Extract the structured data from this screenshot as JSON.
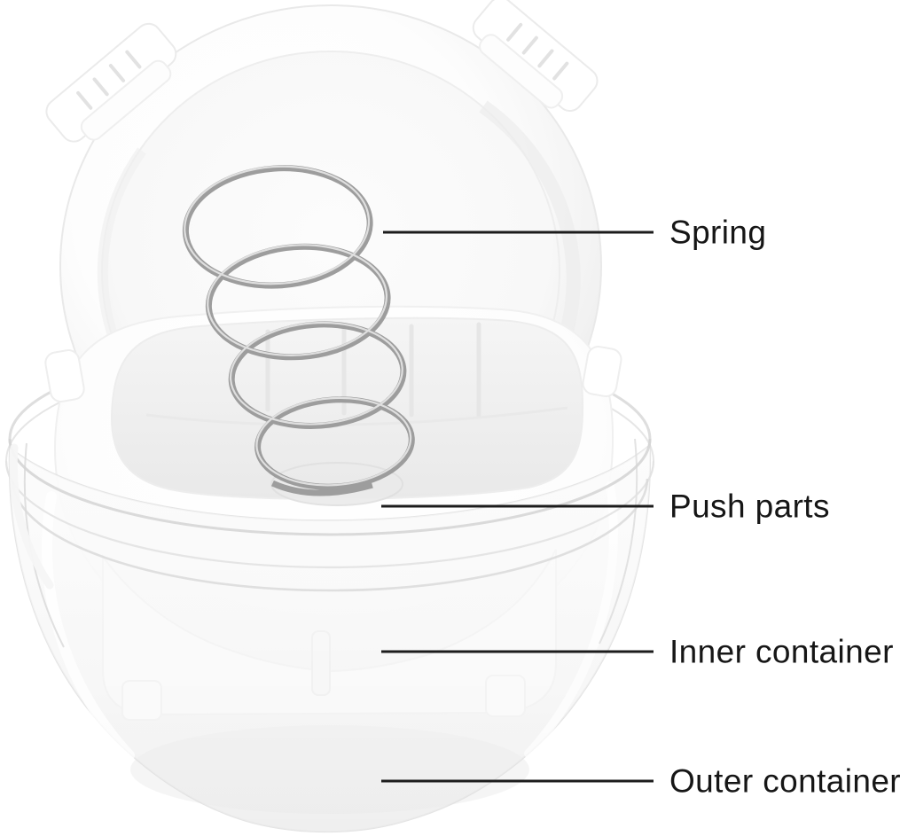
{
  "figure": {
    "alt": "Exploded diagram of a round press container: open lid with latch clips, metal spring, white push plate, inner container and transparent outer container",
    "background": "#ffffff"
  },
  "callouts": [
    {
      "id": "spring",
      "label": "Spring"
    },
    {
      "id": "push-parts",
      "label": "Push parts"
    },
    {
      "id": "inner-container",
      "label": "Inner container"
    },
    {
      "id": "outer-container",
      "label": "Outer container"
    }
  ],
  "colors": {
    "leader_line": "#1c1c1c",
    "label_text": "#161616",
    "product_white": "#ffffff",
    "product_shadow": "#e8e8e8",
    "glass_edge": "#d6d6d6",
    "spring_metal": "#9d9d9d"
  }
}
